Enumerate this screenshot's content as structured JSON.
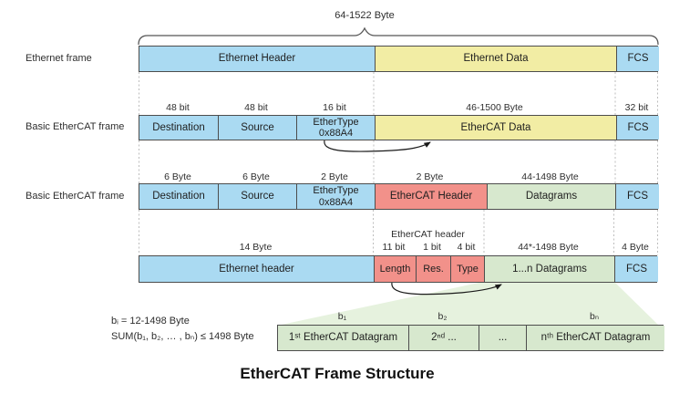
{
  "title": "EtherCAT Frame Structure",
  "brace_label": "64-1522 Byte",
  "colors": {
    "blue": "#aadaf2",
    "yellow": "#f2eda4",
    "red": "#f2918a",
    "green": "#d7e8ce",
    "fan": "#e6f2de",
    "border": "#4d4d4d"
  },
  "row1": {
    "label": "Ethernet frame",
    "cells": [
      "Ethernet Header",
      "Ethernet Data",
      "FCS"
    ]
  },
  "row2": {
    "label": "Basic EtherCAT frame",
    "sizes": [
      "48 bit",
      "48 bit",
      "16 bit",
      "46-1500 Byte",
      "32 bit"
    ],
    "cells": [
      "Destination",
      "Source",
      "EtherType\n0x88A4",
      "EtherCAT Data",
      "FCS"
    ]
  },
  "row3": {
    "label": "Basic EtherCAT frame",
    "sizes": [
      "6 Byte",
      "6 Byte",
      "2 Byte",
      "2 Byte",
      "44-1498 Byte"
    ],
    "cells": [
      "Destination",
      "Source",
      "EtherType\n0x88A4",
      "EtherCAT Header",
      "Datagrams",
      "FCS"
    ]
  },
  "row4": {
    "header_label": "EtherCAT header",
    "sizes": [
      "14 Byte",
      "11 bit",
      "1 bit",
      "4 bit",
      "44*-1498 Byte",
      "4 Byte"
    ],
    "cells": [
      "Ethernet header",
      "Length",
      "Res.",
      "Type",
      "1...n Datagrams",
      "FCS"
    ]
  },
  "row5": {
    "sizes": [
      "b₁",
      "b₂",
      "bₙ"
    ],
    "cells": [
      "1ˢᵗ EtherCAT Datagram",
      "2ⁿᵈ ...",
      "...",
      "nᵗʰ EtherCAT Datagram"
    ]
  },
  "formulas": {
    "line1": "bᵢ = 12-1498 Byte",
    "line2": "SUM(b₁, b₂, … , bₙ) ≤ 1498 Byte"
  }
}
